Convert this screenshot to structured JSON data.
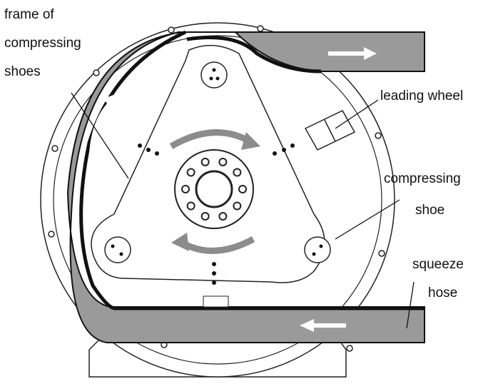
{
  "diagram": {
    "labels": {
      "frame_line1": "frame of",
      "frame_line2": "compressing",
      "frame_line3": "shoes",
      "leading_wheel": "leading wheel",
      "shoe_line1": "compressing",
      "shoe_line2": "shoe",
      "hose_line1": "squeeze",
      "hose_line2": "hose"
    },
    "colors": {
      "hose_fill": "#9a9a9a",
      "line": "#111111",
      "arrow_gray": "#8c8c8c"
    }
  }
}
